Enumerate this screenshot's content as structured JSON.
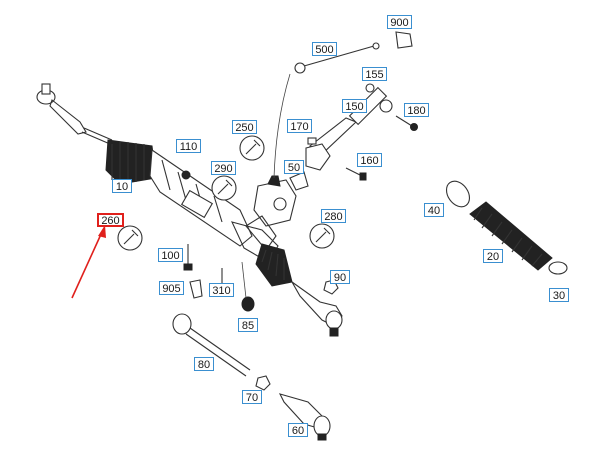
{
  "diagram": {
    "selected_part": "260",
    "highlight_color": "#e0201c",
    "callout_border_color": "#3a8fd0",
    "callouts": [
      {
        "id": "900",
        "label": "900"
      },
      {
        "id": "500",
        "label": "500"
      },
      {
        "id": "155",
        "label": "155"
      },
      {
        "id": "150",
        "label": "150"
      },
      {
        "id": "180",
        "label": "180"
      },
      {
        "id": "250",
        "label": "250"
      },
      {
        "id": "170",
        "label": "170"
      },
      {
        "id": "110",
        "label": "110"
      },
      {
        "id": "290",
        "label": "290"
      },
      {
        "id": "50",
        "label": "50"
      },
      {
        "id": "160",
        "label": "160"
      },
      {
        "id": "10",
        "label": "10"
      },
      {
        "id": "260",
        "label": "260"
      },
      {
        "id": "280",
        "label": "280"
      },
      {
        "id": "40",
        "label": "40"
      },
      {
        "id": "100",
        "label": "100"
      },
      {
        "id": "20",
        "label": "20"
      },
      {
        "id": "90",
        "label": "90"
      },
      {
        "id": "905",
        "label": "905"
      },
      {
        "id": "310",
        "label": "310"
      },
      {
        "id": "30",
        "label": "30"
      },
      {
        "id": "85",
        "label": "85"
      },
      {
        "id": "80",
        "label": "80"
      },
      {
        "id": "70",
        "label": "70"
      },
      {
        "id": "60",
        "label": "60"
      }
    ]
  }
}
